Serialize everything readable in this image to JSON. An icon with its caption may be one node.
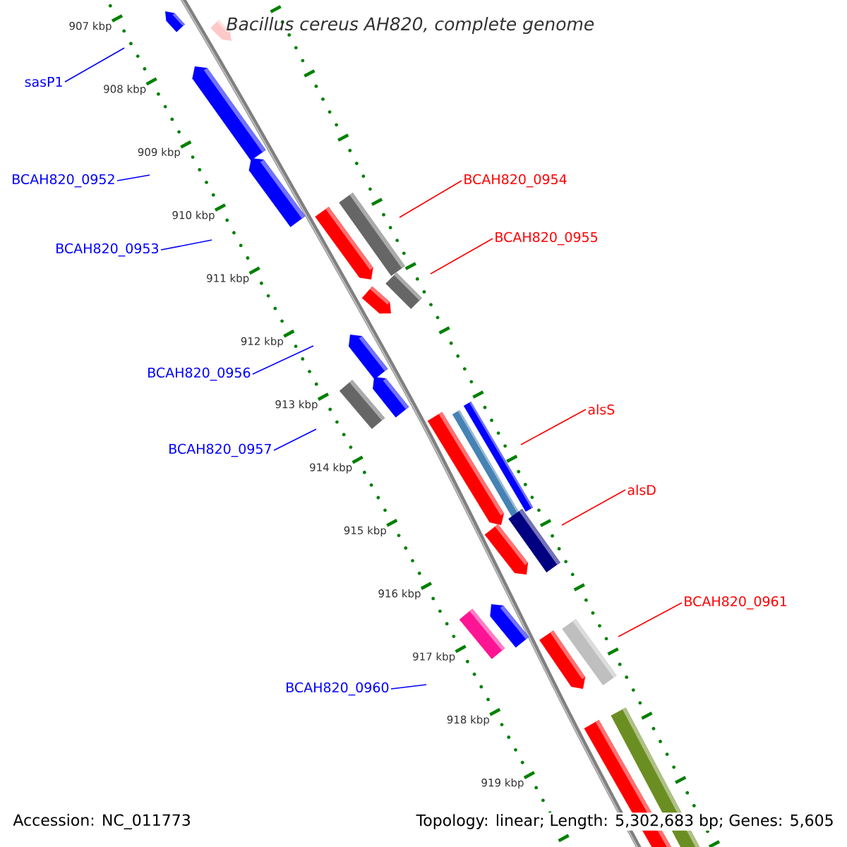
{
  "diagram": {
    "title": "Bacillus cereus AH820, complete genome",
    "nodes": [
      {
        "text": [
          "sasP1"
        ]
      },
      {
        "text": [
          "BCAH820_0952"
        ]
      },
      {
        "text": [
          "BCAH820_0954"
        ]
      },
      {
        "text": [
          "BCAH820_0953"
        ]
      },
      {
        "text": [
          "BCAH820_0955"
        ]
      },
      {
        "text": [
          "BCAH820_0956"
        ]
      },
      {
        "text": [
          "alsS"
        ]
      },
      {
        "text": [
          "BCAH820_0957"
        ]
      },
      {
        "text": [
          "alsD"
        ]
      },
      {
        "text": [
          "BCAH820_0961"
        ]
      },
      {
        "text": [
          "BCAH820_0960"
        ]
      }
    ],
    "edges": [
      {
        "from": 0,
        "to": null,
        "arrow": "none"
      },
      {
        "from": 1,
        "to": null,
        "arrow": "none"
      },
      {
        "from": 2,
        "to": null,
        "arrow": "none",
        "color": "#ff0000"
      },
      {
        "from": 3,
        "to": null,
        "arrow": "none"
      },
      {
        "from": 4,
        "to": null,
        "arrow": "none",
        "color": "#ff0000"
      },
      {
        "from": 5,
        "to": null,
        "arrow": "none"
      },
      {
        "from": 6,
        "to": null,
        "arrow": "none",
        "color": "#ff0000"
      },
      {
        "from": 7,
        "to": null,
        "arrow": "none"
      },
      {
        "from": 8,
        "to": null,
        "arrow": "none",
        "color": "#ff0000"
      },
      {
        "from": 9,
        "to": null,
        "arrow": "none",
        "color": "#ff0000"
      },
      {
        "from": 10,
        "to": null,
        "arrow": "none"
      }
    ],
    "labels": [
      "907 kbp",
      "908 kbp",
      "909 kbp",
      "910 kbp",
      "911 kbp",
      "912 kbp",
      "913 kbp",
      "914 kbp",
      "915 kbp",
      "916 kbp",
      "917 kbp",
      "918 kbp",
      "919 kbp",
      "Accession: NC_011773",
      "Topology: linear; Length: 5,302,683 bp; Genes: 5,605"
    ]
  }
}
